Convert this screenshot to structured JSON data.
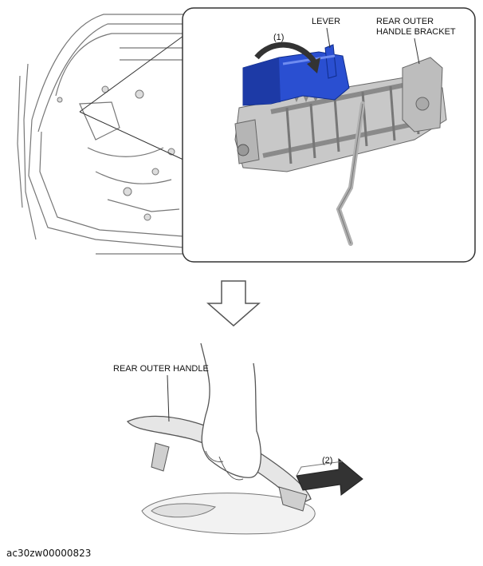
{
  "labels": {
    "lever": "LEVER",
    "bracket_line1": "REAR OUTER",
    "bracket_line2": "HANDLE BRACKET",
    "step1": "(1)",
    "handle": "REAR OUTER HANDLE",
    "step2": "(2)"
  },
  "caption": "ac30zw00000823",
  "colors": {
    "lever": "#2a4fd1",
    "lever_dark": "#1d3aa6",
    "metal": "#c8c8c8",
    "metal_dark": "#8a8a8a",
    "arrow": "#333333",
    "line": "#666666"
  }
}
